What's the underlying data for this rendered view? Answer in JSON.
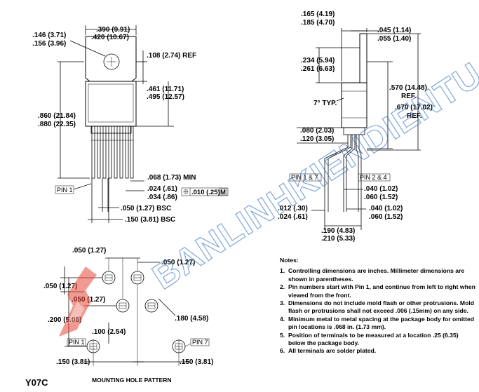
{
  "front": {
    "w_top": ".390 (9.91)",
    "w_bot": ".420 (10.67)",
    "hole_a": ".146 (3.71)",
    "hole_b": ".156 (3.96)",
    "ref108": ".108 (2.74) REF",
    "h461": ".461 (11.71)",
    "h495": ".495 (12.57)",
    "h860": ".860 (21.84)",
    "h880": ".880 (22.35)",
    "min068": ".068 (1.73) MIN",
    "pin1": "PIN 1",
    "lw024": ".024 (.61)",
    "lw034": ".034 (.86)",
    "tol": ".010 (.25)",
    "tol_mod": "M",
    "bsc050": ".050 (1.27) BSC",
    "bsc150": ".150 (3.81) BSC"
  },
  "side": {
    "t165": ".165 (4.19)",
    "t185": ".185 (4.70)",
    "t045": ".045 (1.14)",
    "t055": ".055 (1.40)",
    "t234": ".234 (5.94)",
    "t261": ".261 (6.63)",
    "t570": ".570 (14.48)",
    "ref_a": "REF.",
    "t670": ".670 (17.02)",
    "ref_b": "REF.",
    "typ7": "7° TYP.",
    "t080": ".080 (2.03)",
    "t120": ".120 (3.05)",
    "pin17": "PIN 1 & 7",
    "pin24": "PIN 2 & 4",
    "t040a": ".040 (1.02)",
    "t060a": ".060 (1.52)",
    "t012": ".012 (.30)",
    "t024": ".024 (.61)",
    "t040b": ".040 (1.02)",
    "t060b": ".060 (1.52)",
    "t190": ".190 (4.83)",
    "t210": ".210 (5.33)"
  },
  "holes": {
    "d050top": ".050 (1.27)",
    "d050right": ".050 (1.27)",
    "d050left": ".050 (1.27)",
    "d050mid": ".050 (1.27)",
    "d200": ".200 (5.08)",
    "d180": ".180 (4.58)",
    "d100": ".100 (2.54)",
    "pin1": "PIN 1",
    "pin7": "PIN 7",
    "d150l": ".150 (3.81)",
    "d150r": ".150 (3.81)"
  },
  "notes": {
    "title": "Notes:",
    "items": [
      {
        "num": "1.",
        "text": "Controlling dimensions are inches. Millimeter dimensions are shown in parentheses."
      },
      {
        "num": "2.",
        "text": "Pin numbers start with Pin 1, and continue from left to right when viewed from the front."
      },
      {
        "num": "3.",
        "text": "Dimensions do not include mold flash or other protrusions.  Mold flash or protrusions shall not exceed .006 (.15mm) on any side."
      },
      {
        "num": "4.",
        "text": "Minimum metal to metal spacing at the package body for omitted pin locations is .068 in. (1.73 mm)."
      },
      {
        "num": "5.",
        "text": "Position of terminals to be measured at a location .25 (6.35) below the package body."
      },
      {
        "num": "6.",
        "text": "All terminals are solder plated."
      }
    ]
  },
  "part_code": "Y07C",
  "pattern_title": "MOUNTING HOLE PATTERN",
  "watermark": "BANLINHKIENDIENTU.VN",
  "colors": {
    "ink": "#000000",
    "watermark": "#1c5fb8",
    "logo": "#e8463a"
  }
}
